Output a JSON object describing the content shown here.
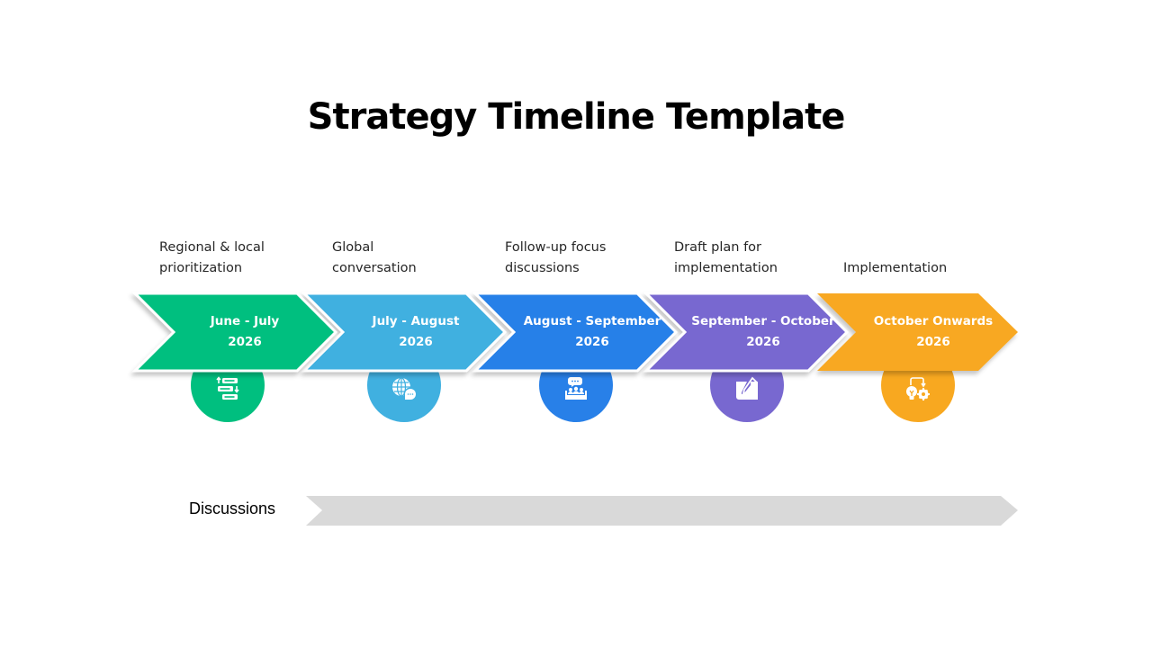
{
  "slide": {
    "title": "Strategy Timeline Template"
  },
  "phases": [
    {
      "caption_line1": "Regional & local",
      "caption_line2": "prioritization",
      "period": "June - July",
      "year": "2026",
      "color": "#00BF7F",
      "icon": "priority-list-icon"
    },
    {
      "caption_line1": "Global",
      "caption_line2": "conversation",
      "period": "July - August",
      "year": "2026",
      "color": "#40B0E0",
      "icon": "globe-chat-icon"
    },
    {
      "caption_line1": "Follow-up focus",
      "caption_line2": "discussions",
      "period": "August - September",
      "year": "2026",
      "color": "#2880E8",
      "icon": "group-meeting-icon"
    },
    {
      "caption_line1": "Draft plan for",
      "caption_line2": "implementation",
      "period": "September - October",
      "year": "2026",
      "color": "#7868D0",
      "icon": "document-edit-icon"
    },
    {
      "caption_line1": "",
      "caption_line2": "Implementation",
      "period": "October Onwards",
      "year": "2026",
      "color": "#F8A820",
      "icon": "idea-gear-icon"
    }
  ],
  "discussions_bar": {
    "label": "Discussions",
    "color": "#D9D9D9"
  }
}
